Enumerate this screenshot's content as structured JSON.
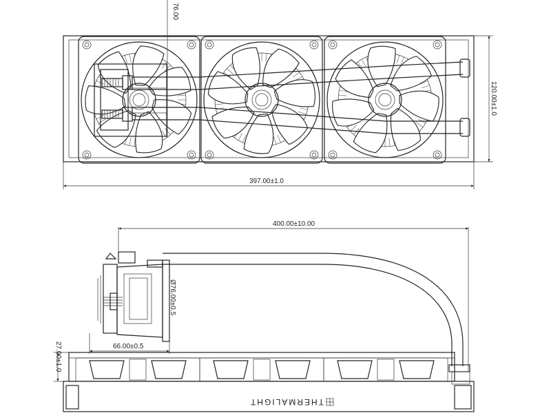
{
  "top_view": {
    "dim_width": "397.00±1.0",
    "dim_height": "120.00±1.0",
    "dim_tube": "76.00"
  },
  "side_view": {
    "dim_tube_length": "400.00±10.00",
    "dim_pump_diameter": "Ø76.00±0.5",
    "dim_pump_width": "66.00±0.5",
    "dim_thickness": "27.00±1.0",
    "brand": "THERMALIGHT"
  }
}
